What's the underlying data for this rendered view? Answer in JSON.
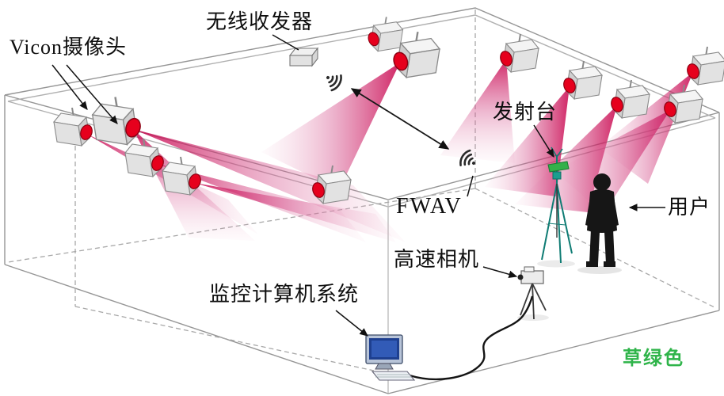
{
  "labels": {
    "vicon_camera": "Vicon摄像头",
    "wireless_transceiver": "无线收发器",
    "launch_platform": "发射台",
    "fwav": "FWAV",
    "user": "用户",
    "high_speed_camera": "高速相机",
    "monitoring_computer_system": "监控计算机系统",
    "watermark": "草绿色"
  },
  "colors": {
    "beam_red": "#c8004a",
    "lens_red": "#e6001d",
    "tripod_teal": "#117d72",
    "platform_green": "#33b04a",
    "watermark_green": "#2fb44a",
    "line_gray": "#969696"
  }
}
